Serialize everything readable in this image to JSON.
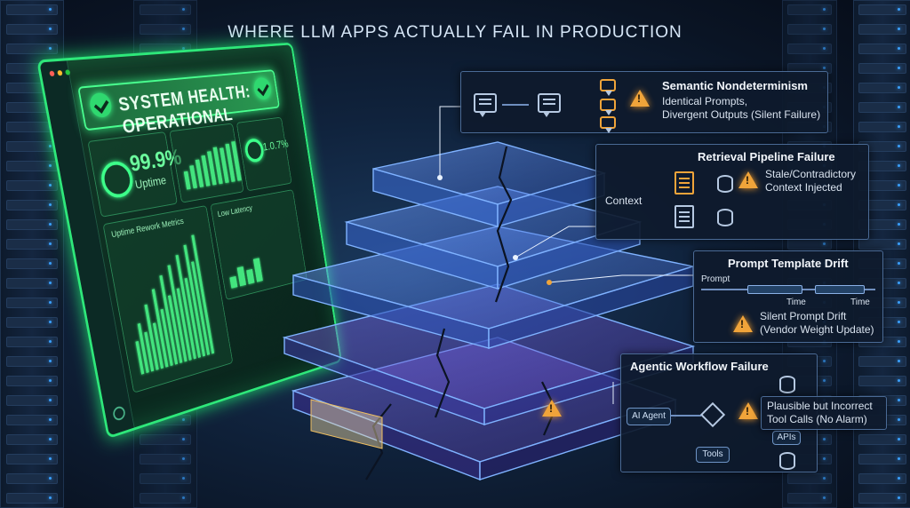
{
  "title": "WHERE LLM APPS ACTUALLY FAIL IN PRODUCTION",
  "monitor": {
    "health_label": "SYSTEM HEALTH: OPERATIONAL",
    "uptime_value": "99.9%",
    "uptime_label": "Uptime",
    "error_value": "1.0.7%",
    "latency_label": "Low Latency",
    "metrics_label": "Uptime Rework Metrics",
    "accent_color": "#2ee87a"
  },
  "callouts": {
    "semantic": {
      "title": "Semantic Nondeterminism",
      "line1": "Identical Prompts,",
      "line2": "Divergent Outputs (Silent Failure)"
    },
    "retrieval": {
      "title": "Retrieval Pipeline Failure",
      "context_label": "Context",
      "line1": "Stale/Contradictory",
      "line2": "Context Injected"
    },
    "prompt": {
      "title": "Prompt Template Drift",
      "prompt_label": "Prompt",
      "time1": "Time",
      "time2": "Time",
      "line1": "Silent Prompt Drift",
      "line2": "(Vendor Weight Update)"
    },
    "agentic": {
      "title": "Agentic Workflow Failure",
      "agent_label": "AI Agent",
      "tools_label": "Tools",
      "apis_label": "APIs",
      "line1": "Plausible but Incorrect",
      "line2": "Tool Calls (No Alarm)"
    }
  },
  "colors": {
    "warning": "#f0a43a",
    "panel_border": "#4a6a95",
    "stack": "#5b8fe0"
  },
  "icons": [
    "chat-bubble-icon",
    "warning-icon",
    "document-icon",
    "database-icon",
    "decision-diamond-icon",
    "checkmark-icon",
    "gear-icon"
  ]
}
